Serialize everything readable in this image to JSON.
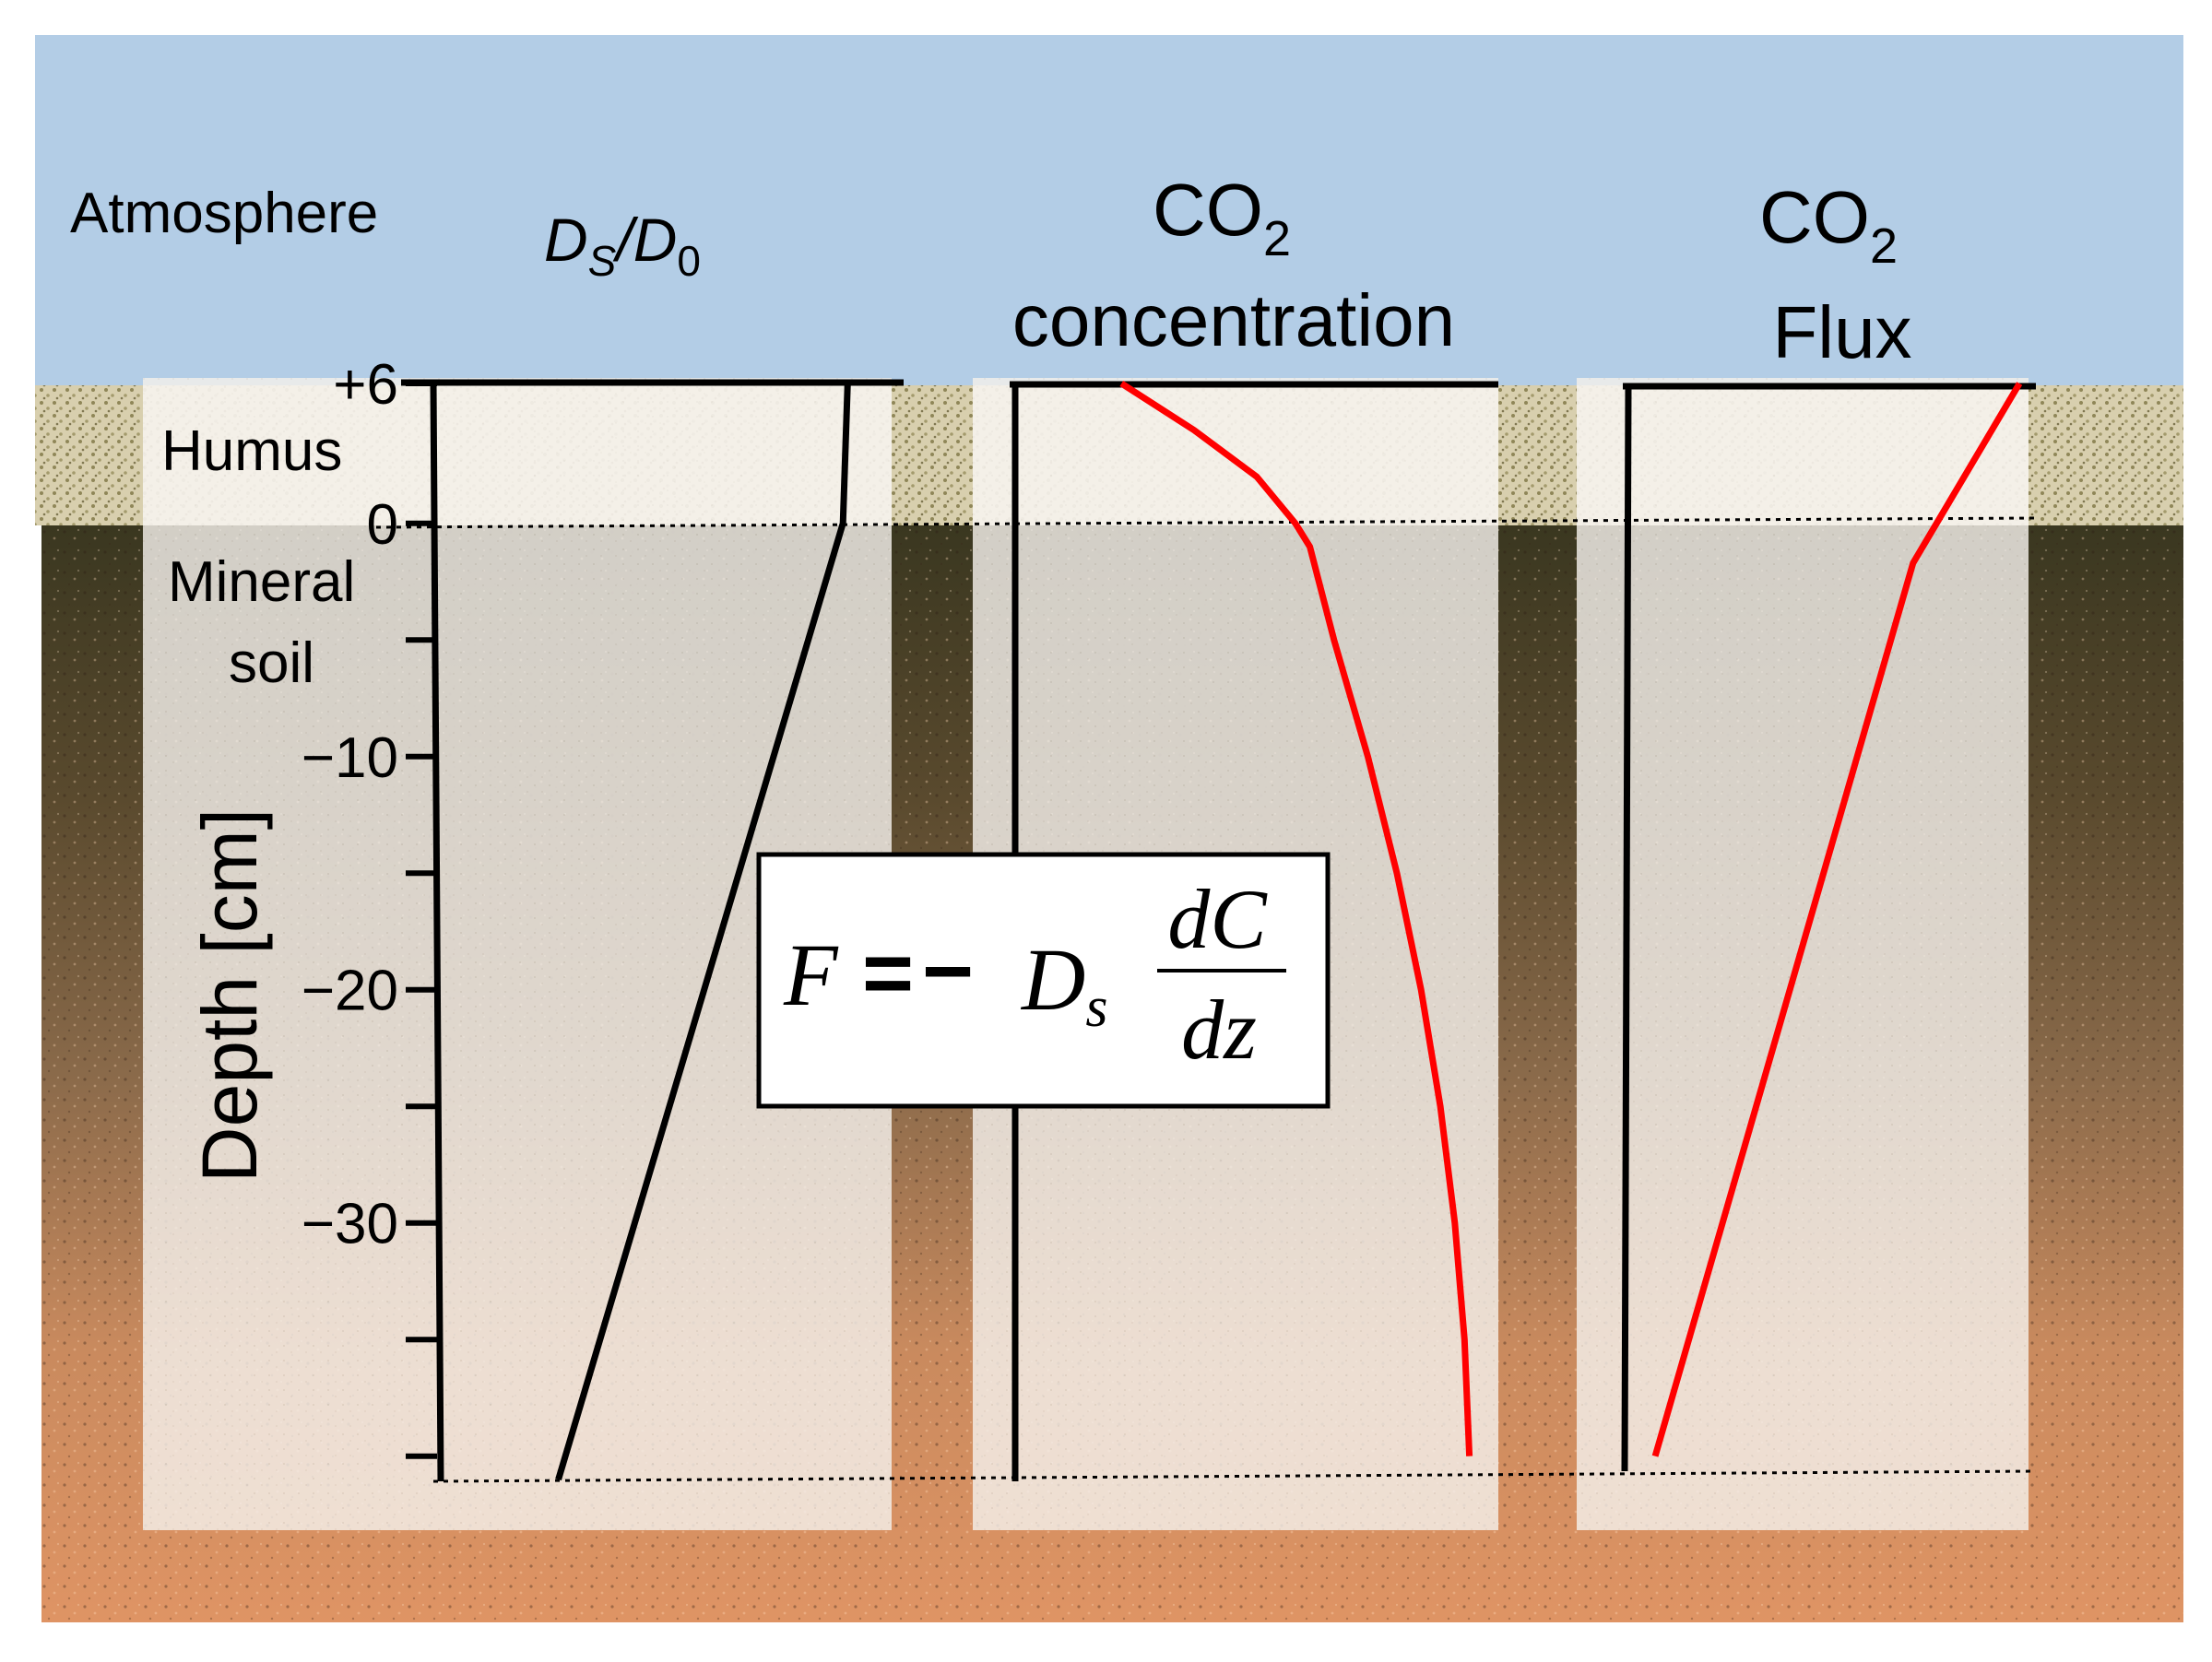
{
  "labels": {
    "atmosphere": "Atmosphere",
    "humus": "Humus",
    "mineral_soil_line1": "Mineral",
    "mineral_soil_line2": "soil",
    "depth_axis": "Depth [cm]"
  },
  "panels": {
    "ds_d0": {
      "d_main": "D",
      "sub_s": "S",
      "slash": "/",
      "d_main2": "D",
      "sub_0": "0"
    },
    "co2_concentration": {
      "line1_main": "CO",
      "line1_sub": "2",
      "line2": "concentration"
    },
    "co2_flux": {
      "line1_main": "CO",
      "line1_sub": "2",
      "line2": "Flux"
    }
  },
  "equation": {
    "lhs": "F",
    "equals": "=",
    "minus": "−",
    "coef": "D",
    "coef_sub": "s",
    "numerator": "dC",
    "denominator": "dz"
  },
  "depth_ticks": [
    {
      "value": 6,
      "label": "+6"
    },
    {
      "value": 0,
      "label": "0"
    },
    {
      "value": -5,
      "label": ""
    },
    {
      "value": -10,
      "label": "−10"
    },
    {
      "value": -15,
      "label": ""
    },
    {
      "value": -20,
      "label": "−20"
    },
    {
      "value": -25,
      "label": ""
    },
    {
      "value": -30,
      "label": "−30"
    },
    {
      "value": -35,
      "label": ""
    },
    {
      "value": -40,
      "label": ""
    }
  ],
  "depth_range": [
    6,
    -41
  ],
  "profiles": {
    "ds_d0": {
      "depth": [
        6,
        0,
        -41
      ],
      "value": [
        0.88,
        0.87,
        0.26
      ],
      "xlim": [
        0,
        1
      ]
    },
    "co2_concentration": {
      "depth": [
        6,
        4,
        2,
        0,
        -1,
        -5,
        -10,
        -15,
        -20,
        -25,
        -30,
        -35,
        -40
      ],
      "value": [
        0.22,
        0.37,
        0.5,
        0.58,
        0.61,
        0.66,
        0.73,
        0.79,
        0.84,
        0.88,
        0.91,
        0.93,
        0.94
      ],
      "xlim": [
        0,
        1
      ]
    },
    "co2_flux": {
      "depth": [
        6,
        -1.7,
        -40
      ],
      "value": [
        0.96,
        0.7,
        0.07
      ],
      "xlim": [
        0,
        1
      ]
    }
  },
  "colors": {
    "atmosphere": "#b3cde6",
    "humus": "#cfc4a0",
    "column_fill": "#f6f3ef",
    "profile_black": "#000000",
    "profile_red": "#ff0000",
    "soil_top": "#3c3a22",
    "soil_bottom": "#d7875a"
  }
}
